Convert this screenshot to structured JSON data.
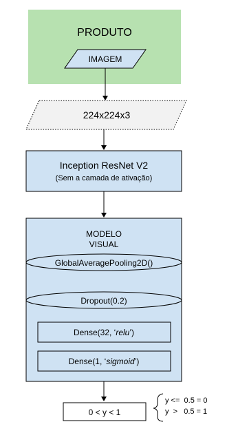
{
  "colors": {
    "green_fill": "#b7e1b0",
    "blue_fill": "#cfe2f3",
    "gray_fill": "#f2f2f2",
    "stroke": "#000000"
  },
  "product": {
    "title": "PRODUTO",
    "input_label": "IMAGEM"
  },
  "input_shape": {
    "label": "224x224x3"
  },
  "backbone": {
    "title": "Inception ResNet V2",
    "subtitle": "(Sem a camada de ativação)"
  },
  "visual_model": {
    "title_line1": "MODELO",
    "title_line2": "VISUAL",
    "layers": {
      "pooling": "GlobalAveragePooling2D()",
      "dropout": "Dropout(0.2)",
      "dense1_prefix": "Dense(32, ‘",
      "dense1_activation": "relu",
      "dense1_suffix": "’)",
      "dense2_prefix": "Dense(1, ‘",
      "dense2_activation": "sigmoid",
      "dense2_suffix": "’)"
    }
  },
  "output": {
    "label": "0 < y < 1",
    "rule_low": "y <=  0.5 = 0",
    "rule_high": "y  >   0.5 = 1"
  }
}
